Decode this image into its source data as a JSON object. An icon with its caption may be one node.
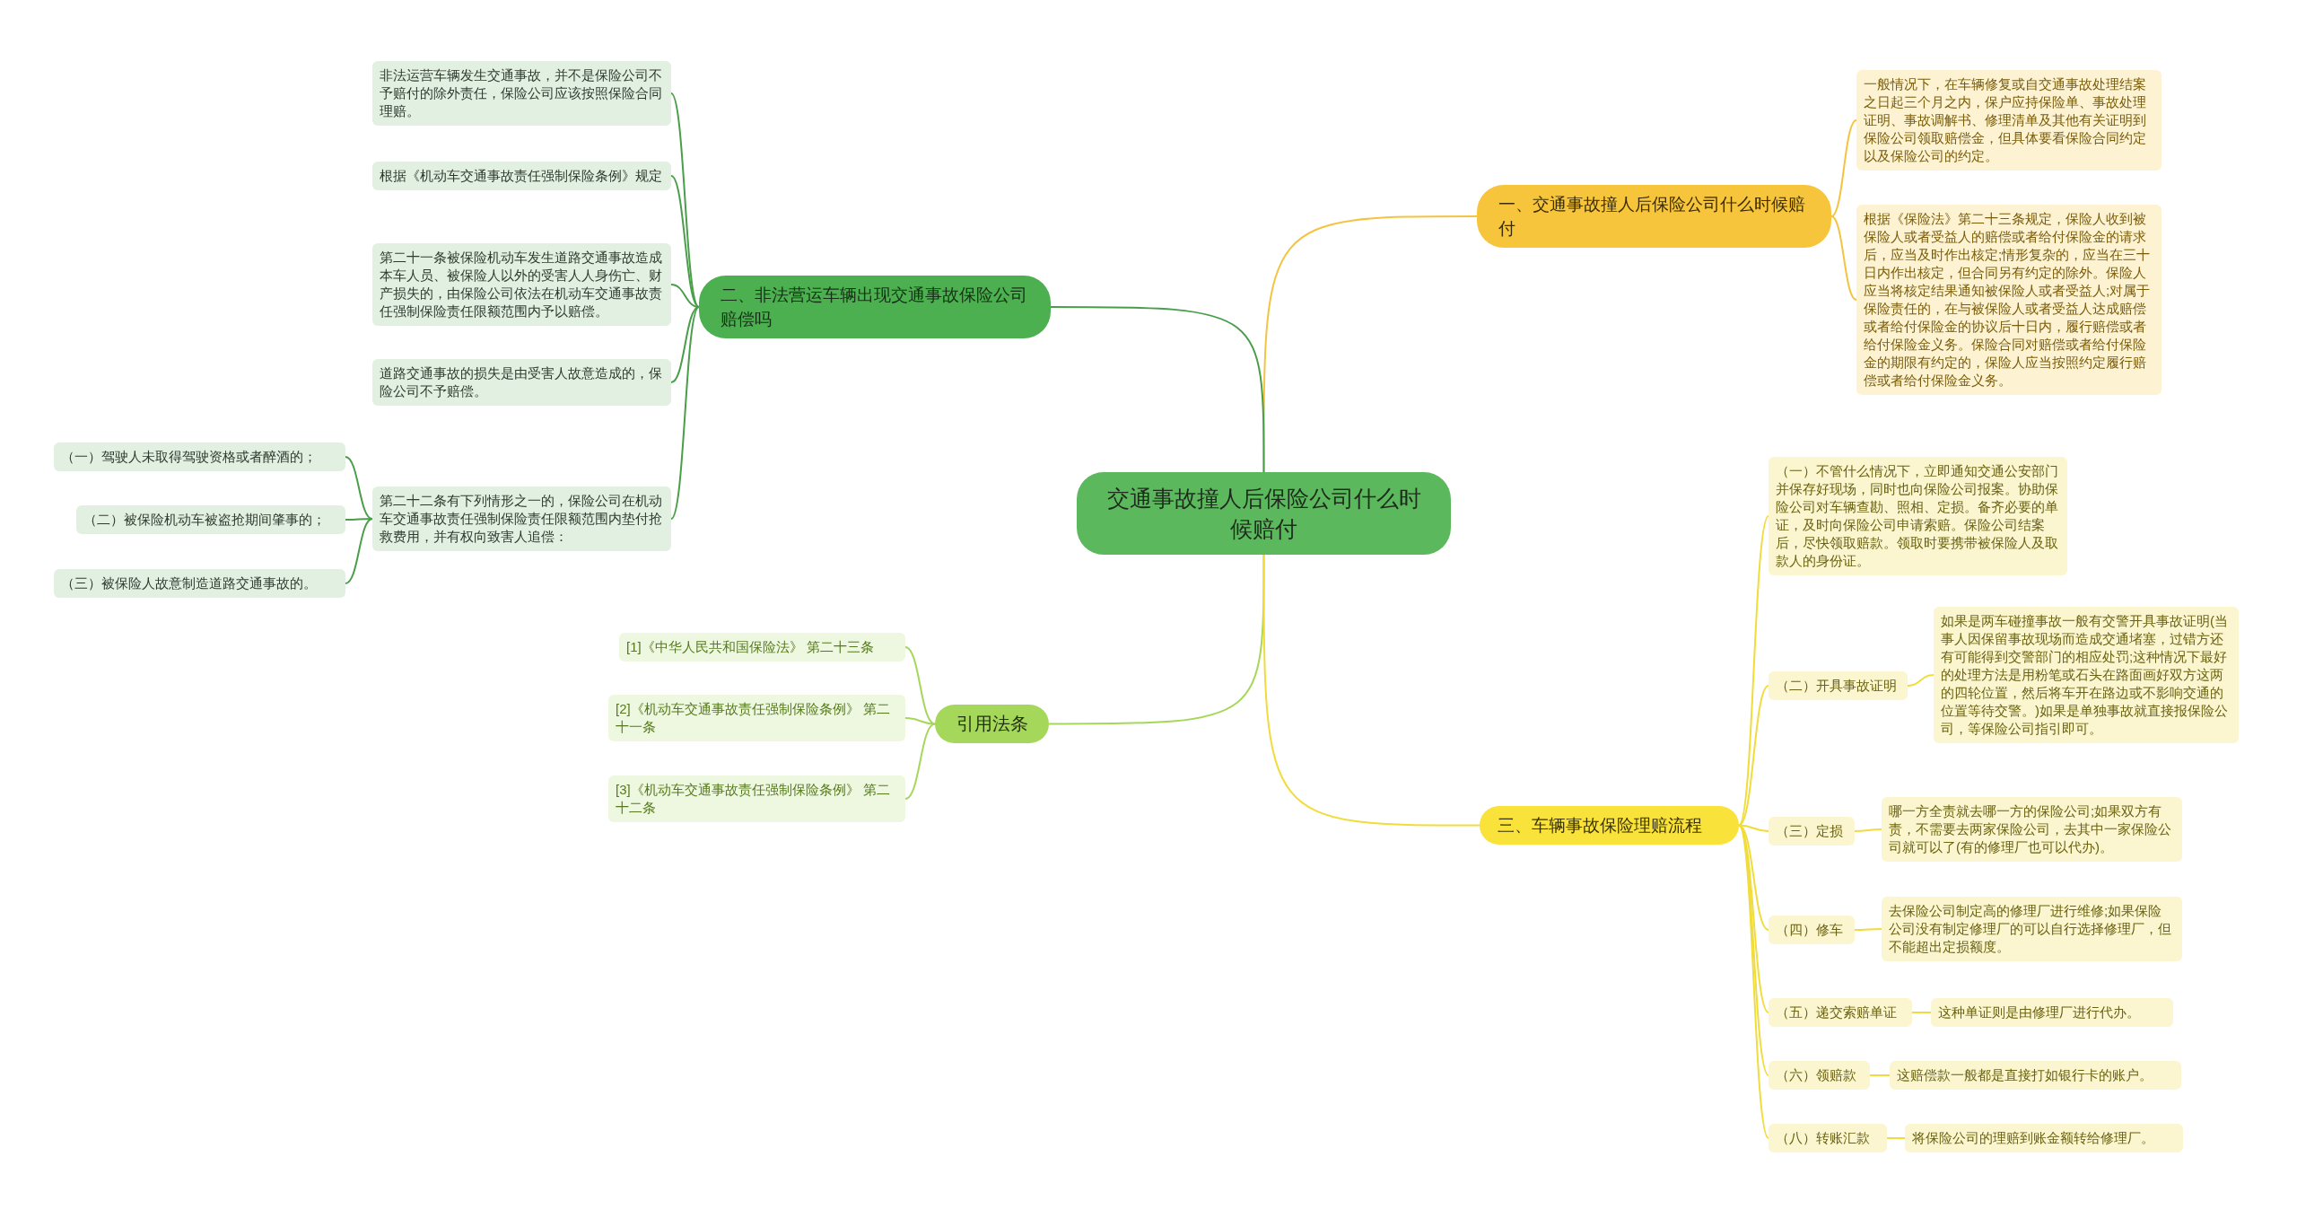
{
  "diagram": {
    "nodes": [
      {
        "text": [
          "交通事故撞人后保险公司什么时候赔付"
        ]
      },
      {
        "text": [
          "一、交通事故撞人后保险公司什么时候赔付"
        ]
      },
      {
        "text": [
          "一般情况下，在车辆修复或自交通事故处理结案之日起三个月之内，保户应持保险单、事故处理证明、事故调解书、修理清单及其他有关证明到保险公司领取赔偿金，但具体要看保险合同约定以及保险公司的约定。"
        ]
      },
      {
        "text": [
          "根据《保险法》第二十三条规定，保险人收到被保险人或者受益人的赔偿或者给付保险金的请求后，应当及时作出核定;情形复杂的，应当在三十日内作出核定，但合同另有约定的除外。保险人应当将核定结果通知被保险人或者受益人;对属于保险责任的，在与被保险人或者受益人达成赔偿或者给付保险金的协议后十日内，履行赔偿或者给付保险金义务。保险合同对赔偿或者给付保险金的期限有约定的，保险人应当按照约定履行赔偿或者给付保险金义务。"
        ]
      },
      {
        "text": [
          "二、非法营运车辆出现交通事故保险公司赔偿吗"
        ]
      },
      {
        "text": [
          "非法运营车辆发生交通事故，并不是保险公司不予赔付的除外责任，保险公司应该按照保险合同理赔。"
        ]
      },
      {
        "text": [
          "根据《机动车交通事故责任强制保险条例》规定"
        ]
      },
      {
        "text": [
          "第二十一条被保险机动车发生道路交通事故造成本车人员、被保险人以外的受害人人身伤亡、财产损失的，由保险公司依法在机动车交通事故责任强制保险责任限额范围内予以赔偿。"
        ]
      },
      {
        "text": [
          "道路交通事故的损失是由受害人故意造成的，保险公司不予赔偿。"
        ]
      },
      {
        "text": [
          "第二十二条有下列情形之一的，保险公司在机动车交通事故责任强制保险责任限额范围内垫付抢救费用，并有权向致害人追偿："
        ]
      },
      {
        "text": [
          "（一）驾驶人未取得驾驶资格或者醉酒的；"
        ]
      },
      {
        "text": [
          "（二）被保险机动车被盗抢期间肇事的；"
        ]
      },
      {
        "text": [
          "（三）被保险人故意制造道路交通事故的。"
        ]
      },
      {
        "text": [
          "引用法条"
        ]
      },
      {
        "text": [
          "[1]《中华人民共和国保险法》 第二十三条"
        ]
      },
      {
        "text": [
          "[2]《机动车交通事故责任强制保险条例》 第二十一条"
        ]
      },
      {
        "text": [
          "[3]《机动车交通事故责任强制保险条例》 第二十二条"
        ]
      },
      {
        "text": [
          "三、车辆事故保险理赔流程"
        ]
      },
      {
        "text": [
          "（一）不管什么情况下，立即通知交通公安部门并保存好现场，同时也向保险公司报案。协助保险公司对车辆查勘、照相、定损。备齐必要的单证，及时向保险公司申请索赔。保险公司结案后，尽快领取赔款。领取时要携带被保险人及取款人的身份证。"
        ]
      },
      {
        "text": [
          "（二）开具事故证明"
        ]
      },
      {
        "text": [
          "如果是两车碰撞事故一般有交警开具事故证明(当事人因保留事故现场而造成交通堵塞，过错方还有可能得到交警部门的相应处罚;这种情况下最好的处理方法是用粉笔或石头在路面画好双方这两的四轮位置，然后将车开在路边或不影响交通的位置等待交警。)如果是单独事故就直接报保险公司，等保险公司指引即可。"
        ]
      },
      {
        "text": [
          "（三）定损"
        ]
      },
      {
        "text": [
          "哪一方全责就去哪一方的保险公司;如果双方有责，不需要去两家保险公司，去其中一家保险公司就可以了(有的修理厂也可以代办)。"
        ]
      },
      {
        "text": [
          "（四）修车"
        ]
      },
      {
        "text": [
          "去保险公司制定高的修理厂进行维修;如果保险公司没有制定修理厂的可以自行选择修理厂，但不能超出定损额度。"
        ]
      },
      {
        "text": [
          "（五）递交索赔单证"
        ]
      },
      {
        "text": [
          "这种单证则是由修理厂进行代办。"
        ]
      },
      {
        "text": [
          "（六）领赔款"
        ]
      },
      {
        "text": [
          "这赔偿款一般都是直接打如银行卡的账户。"
        ]
      },
      {
        "text": [
          "（八）转账汇款"
        ]
      },
      {
        "text": [
          "将保险公司的理赔到账金额转给修理厂。"
        ]
      }
    ],
    "edges": [
      {
        "from": 0,
        "to": 1,
        "arrow": "none",
        "color": "#f5c342"
      },
      {
        "from": 1,
        "to": 2,
        "arrow": "none",
        "color": "#f5c342"
      },
      {
        "from": 1,
        "to": 3,
        "arrow": "none",
        "color": "#f5c342"
      },
      {
        "from": 0,
        "to": 4,
        "arrow": "none",
        "color": "#4a9e4a"
      },
      {
        "from": 4,
        "to": 5,
        "arrow": "none",
        "color": "#4a9e4a"
      },
      {
        "from": 4,
        "to": 6,
        "arrow": "none",
        "color": "#4a9e4a"
      },
      {
        "from": 4,
        "to": 7,
        "arrow": "none",
        "color": "#4a9e4a"
      },
      {
        "from": 4,
        "to": 8,
        "arrow": "none",
        "color": "#4a9e4a"
      },
      {
        "from": 4,
        "to": 9,
        "arrow": "none",
        "color": "#4a9e4a"
      },
      {
        "from": 9,
        "to": 10,
        "arrow": "none",
        "color": "#4a9e4a"
      },
      {
        "from": 9,
        "to": 11,
        "arrow": "none",
        "color": "#4a9e4a"
      },
      {
        "from": 9,
        "to": 12,
        "arrow": "none",
        "color": "#4a9e4a"
      },
      {
        "from": 0,
        "to": 13,
        "arrow": "none",
        "color": "#a5d85a"
      },
      {
        "from": 13,
        "to": 14,
        "arrow": "none",
        "color": "#a5d85a"
      },
      {
        "from": 13,
        "to": 15,
        "arrow": "none",
        "color": "#a5d85a"
      },
      {
        "from": 13,
        "to": 16,
        "arrow": "none",
        "color": "#a5d85a"
      },
      {
        "from": 0,
        "to": 17,
        "arrow": "none"
      },
      {
        "from": 17,
        "to": 18,
        "arrow": "none"
      },
      {
        "from": 17,
        "to": 19,
        "arrow": "none"
      },
      {
        "from": 19,
        "to": 20,
        "arrow": "none"
      },
      {
        "from": 17,
        "to": 21,
        "arrow": "none"
      },
      {
        "from": 21,
        "to": 22,
        "arrow": "none"
      },
      {
        "from": 17,
        "to": 23,
        "arrow": "none"
      },
      {
        "from": 23,
        "to": 24,
        "arrow": "none"
      },
      {
        "from": 17,
        "to": 25,
        "arrow": "none"
      },
      {
        "from": 25,
        "to": 26,
        "arrow": "none"
      },
      {
        "from": 17,
        "to": 27,
        "arrow": "none"
      },
      {
        "from": 27,
        "to": 28,
        "arrow": "none"
      },
      {
        "from": 17,
        "to": 29,
        "arrow": "none"
      },
      {
        "from": 29,
        "to": 30,
        "arrow": "none"
      }
    ]
  }
}
